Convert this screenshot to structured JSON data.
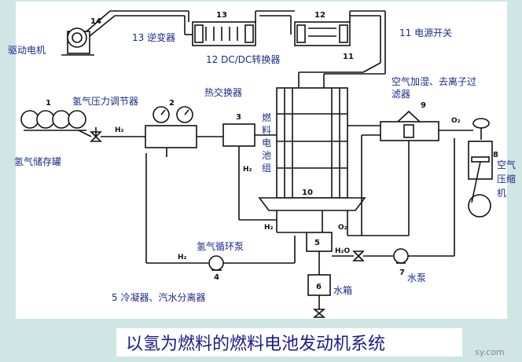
{
  "labels": {
    "drive_motor": "驱动电机",
    "inverter": "13 逆变器",
    "dcdc": "12 DC/DC转换器",
    "power_switch": "11 电源开关",
    "h2_regulator": "氢气压力调节器",
    "heat_exchanger": "热交换器",
    "h2_tank": "氢气储存罐",
    "fuel_cell_stack": [
      "燃",
      "料",
      "电",
      "池",
      "组"
    ],
    "humidifier": [
      "空气加湿、去离子过",
      "滤器"
    ],
    "air_compressor": [
      "空气",
      "压缩",
      "机"
    ],
    "h2_pump": "氢气循环泵",
    "condenser": "5 冷凝器、汽水分离器",
    "water_tank": "水箱",
    "water_pump": "水泵",
    "caption": "以氢为燃料的燃料电池发动机系统",
    "watermark": "sy.com"
  },
  "numbers": {
    "n1": "1",
    "n2": "2",
    "n3": "3",
    "n4": "4",
    "n5": "5",
    "n6": "6",
    "n7": "7",
    "n8": "8",
    "n9": "9",
    "n10": "10",
    "n11": "11",
    "n12": "12",
    "n13": "13",
    "n14": "14"
  },
  "flows": {
    "h2_a": "H₂",
    "h2_b": "H₂",
    "h2_c": "H₂",
    "h2_d": "H₂",
    "o2_a": "O₂",
    "o2_b": "O₂",
    "h2o": "H₂O"
  },
  "colors": {
    "background": "#cfe6e4",
    "panel": "#ffffff",
    "label_text": "#1a2a8c",
    "caption_text": "#1a1a8c"
  }
}
